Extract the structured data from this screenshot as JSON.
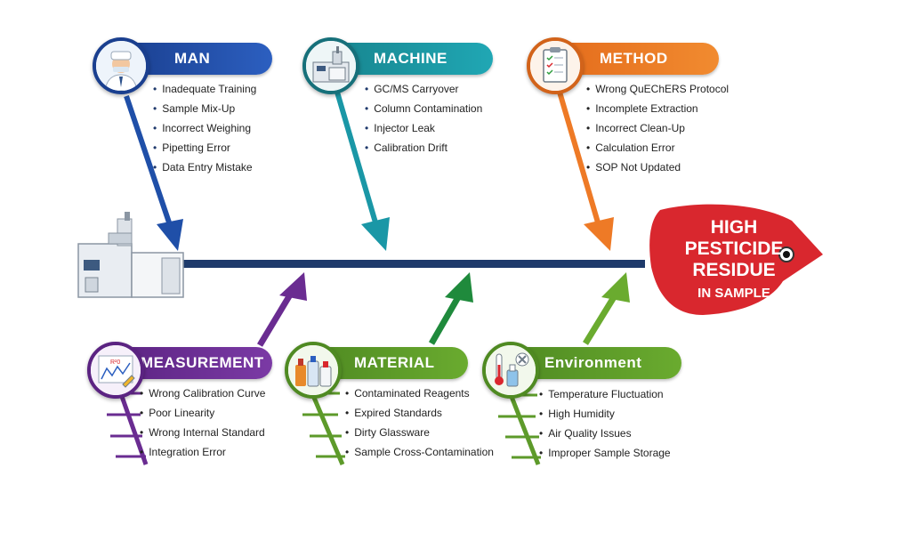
{
  "categories": [
    {
      "key": "man",
      "title": "MAN",
      "color": "#1f4fa8",
      "icon": "technician-icon",
      "causes": [
        "Inadequate Training",
        "Sample Mix-Up",
        "Incorrect Weighing",
        "Pipetting Error",
        "Data Entry Mistake"
      ]
    },
    {
      "key": "machine",
      "title": "MACHINE",
      "color": "#1a97a6",
      "icon": "gc-ms-instrument-icon",
      "causes": [
        "GC/MS Carryover",
        "Column Contamination",
        "Injector Leak",
        "Calibration Drift"
      ]
    },
    {
      "key": "method",
      "title": "METHOD",
      "color": "#ee7a26",
      "icon": "clipboard-checklist-icon",
      "causes": [
        "Wrong QuEChERS Protocol",
        "Incomplete Extraction",
        "Incorrect Clean-Up",
        "Calculation Error",
        "SOP Not Updated"
      ]
    },
    {
      "key": "measurement",
      "title": "MEASUREMENT",
      "color": "#6a2c91",
      "icon": "calibration-graph-icon",
      "icon_label": "R²0",
      "causes": [
        "Wrong Calibration Curve",
        "Poor Linearity",
        "Wrong Internal Standard",
        "Integration Error"
      ]
    },
    {
      "key": "material",
      "title": "MATERIAL",
      "color": "#5d9a2a",
      "icon": "reagent-bottles-icon",
      "causes": [
        "Contaminated Reagents",
        "Expired Standards",
        "Dirty Glassware",
        "Sample Cross-Contamination"
      ]
    },
    {
      "key": "environment",
      "title": "Environment",
      "color": "#5d9a2a",
      "icon": "thermometer-humidity-icon",
      "causes": [
        "Temperature Fluctuation",
        "High Humidity",
        "Air Quality Issues",
        "Improper Sample Storage"
      ]
    }
  ],
  "effect": {
    "line1": "HIGH",
    "line2": "PESTICIDE",
    "line3": "RESIDUE",
    "line4": "IN SAMPLE",
    "color": "#d9272e"
  },
  "spine_color": "#1e3a6b",
  "tail_icon": "gc-ms-instrument-icon"
}
